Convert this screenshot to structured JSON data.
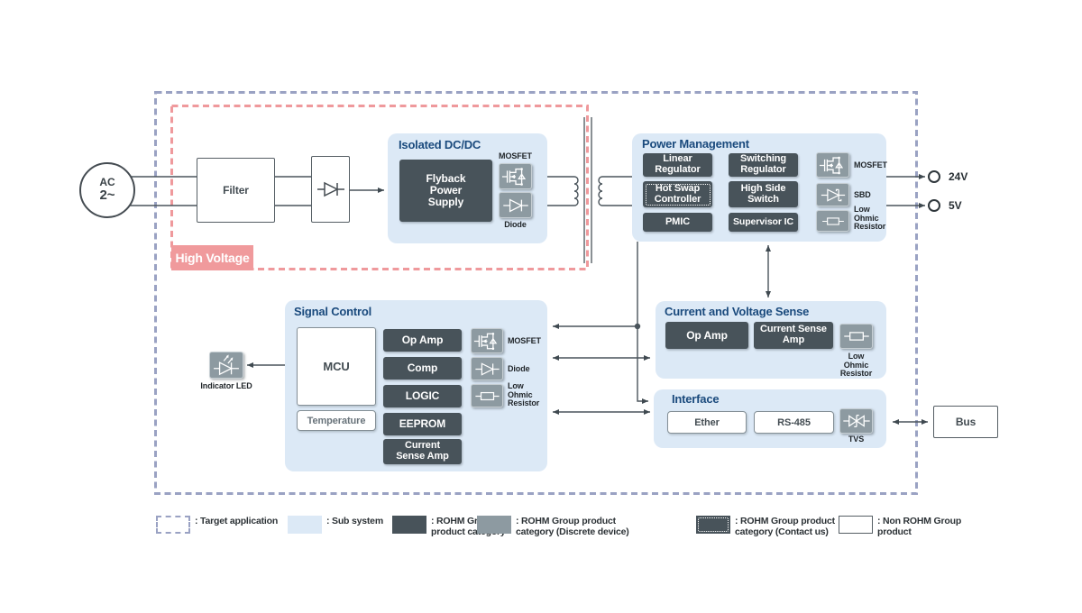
{
  "colors": {
    "sub_system_blue": "#dce9f6",
    "rohm_dark": "#48535a",
    "discrete_gray": "#8d9aa1",
    "title_navy": "#1a4a7d",
    "high_voltage_pink": "#f09a9c",
    "target_purple": "#9aa2c3",
    "line": "#4a545b"
  },
  "source": {
    "line1": "AC",
    "line2": "2~"
  },
  "high_voltage_label": "High Voltage",
  "filter_label": "Filter",
  "isolated_dcdc": {
    "title": "Isolated DC/DC",
    "flyback": "Flyback Power Supply",
    "mosfet_label": "MOSFET",
    "diode_label": "Diode"
  },
  "power_management": {
    "title": "Power Management",
    "linear": "Linear Regulator",
    "switching": "Switching Regulator",
    "hot_swap": "Hot Swap Controller",
    "high_side": "High Side Switch",
    "pmic": "PMIC",
    "supervisor": "Supervisor IC",
    "mosfet_label": "MOSFET",
    "sbd_label": "SBD",
    "low_ohmic_label": "Low Ohmic Resistor"
  },
  "outputs": {
    "v24": "24V",
    "v5": "5V"
  },
  "current_voltage_sense": {
    "title": "Current and Voltage Sense",
    "op_amp": "Op Amp",
    "current_sense_amp": "Current Sense Amp",
    "low_ohmic_label": "Low Ohmic Resistor"
  },
  "interface": {
    "title": "Interface",
    "ether": "Ether",
    "rs485": "RS-485",
    "tvs_label": "TVS"
  },
  "bus_label": "Bus",
  "signal_control": {
    "title": "Signal Control",
    "mcu": "MCU",
    "temperature": "Temperature",
    "op_amp": "Op Amp",
    "comp": "Comp",
    "logic": "LOGIC",
    "eeprom": "EEPROM",
    "current_sense_amp": "Current Sense Amp",
    "mosfet_label": "MOSFET",
    "diode_label": "Diode",
    "low_ohmic_label": "Low Ohmic Resistor"
  },
  "indicator_led_label": "Indicator LED",
  "legend": {
    "items": [
      {
        "label": ": Target application"
      },
      {
        "label": ": Sub system"
      },
      {
        "label": ": ROHM Group product category"
      },
      {
        "label": ": ROHM Group product category (Discrete device)"
      },
      {
        "label": ": ROHM Group product category (Contact us)"
      },
      {
        "label": ": Non ROHM Group product"
      }
    ]
  }
}
